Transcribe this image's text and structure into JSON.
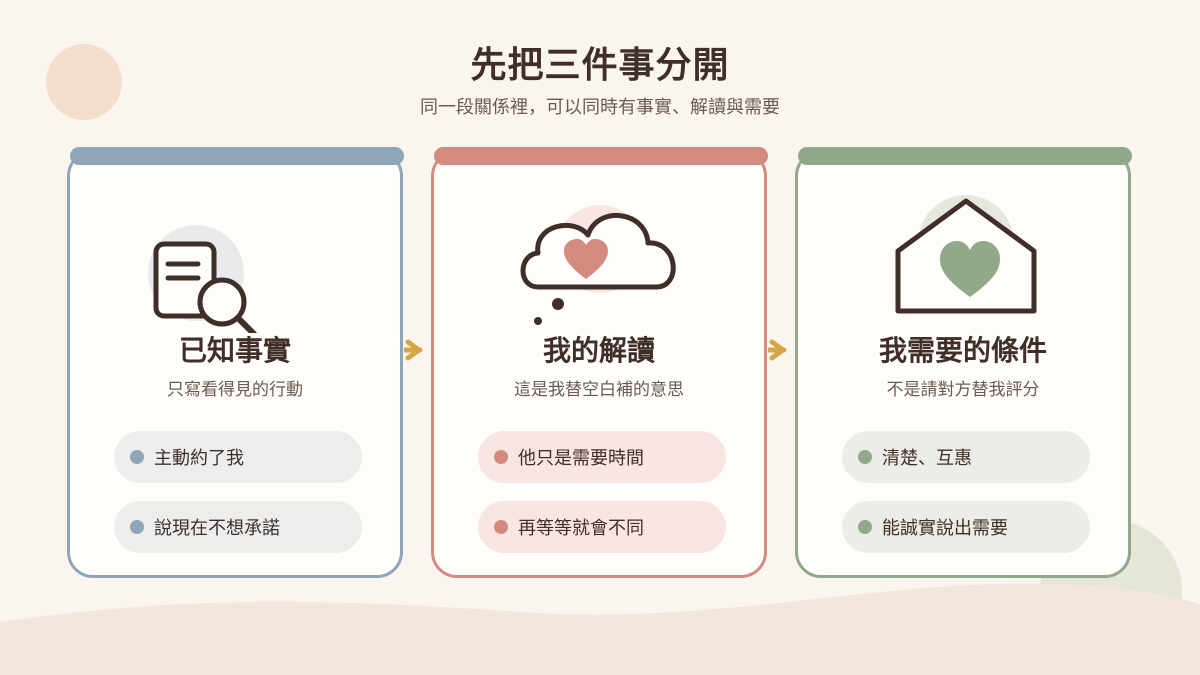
{
  "title": "先把三件事分開",
  "subtitle": "同一段關係裡，可以同時有事實、解讀與需要",
  "colors": {
    "background": "#fbf5ef",
    "text": "#3f2e2a",
    "facts": "#8fa5b8",
    "interpretation": "#d48b7f",
    "needs": "#91a88a",
    "arrow": "#d7a547"
  },
  "cards": [
    {
      "title": "已知事實",
      "description": "只寫看得見的行動",
      "icon": "document-magnifier-icon",
      "items": [
        "主動約了我",
        "說現在不想承諾"
      ]
    },
    {
      "title": "我的解讀",
      "description": "這是我替空白補的意思",
      "icon": "thought-cloud-heart-icon",
      "items": [
        "他只是需要時間",
        "再等等就會不同"
      ]
    },
    {
      "title": "我需要的條件",
      "description": "不是請對方替我評分",
      "icon": "house-heart-icon",
      "items": [
        "清楚、互惠",
        "能誠實說出需要"
      ]
    }
  ]
}
